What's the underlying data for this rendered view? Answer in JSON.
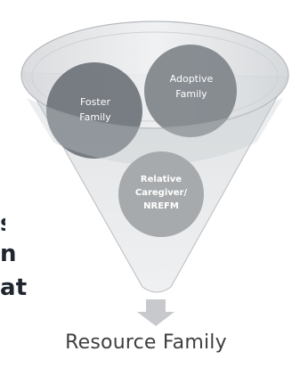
{
  "diagram": {
    "circles": [
      {
        "label": "Foster\nFamily",
        "color": "#6e7379"
      },
      {
        "label": "Adoptive\nFamily",
        "color": "#7f848a"
      },
      {
        "label": "Relative\nCaregiver/\nNREFM",
        "color": "#a3a6a9"
      }
    ],
    "caption": "Resource Family",
    "funnel_color": "#cfd2d5",
    "arrow_color": "#c7c9cc"
  },
  "cropped_text": {
    "line1": "s",
    "line2": "n",
    "line3": "at"
  }
}
